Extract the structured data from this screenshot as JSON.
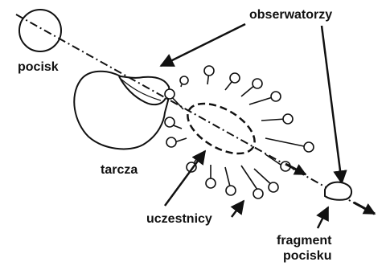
{
  "labels": {
    "projectile": "pocisk",
    "observers": "obserwatorzy",
    "target": "tarcza",
    "participants": "uczestnicy",
    "fragment_line1": "fragment",
    "fragment_line2": "pocisku"
  },
  "colors": {
    "ink": "#111111",
    "background": "#ffffff"
  }
}
